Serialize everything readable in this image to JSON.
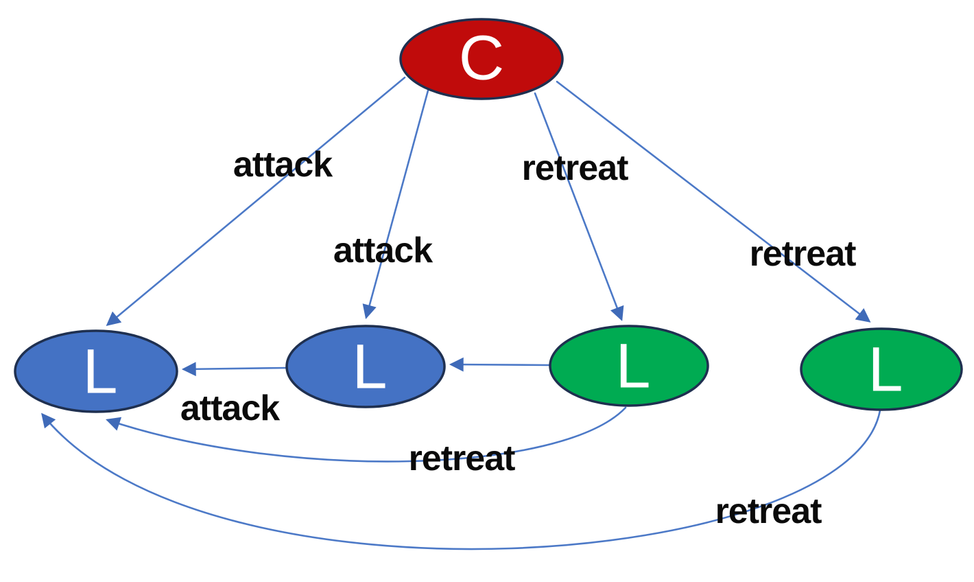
{
  "diagram": {
    "description": "Directed graph: central C node commanding L nodes with attack/retreat transitions"
  },
  "colors": {
    "background": "#ffffff",
    "node_red": "#c00b0b",
    "node_blue": "#4472c4",
    "node_green": "#00ab52",
    "node_border": "#1f3050",
    "edge_blue": "#4c79c7",
    "arrowhead_blue": "#3f6ab8",
    "label_text": "#0a0a0a",
    "node_text": "#ffffff"
  },
  "nodes": [
    {
      "id": "C",
      "label": "C",
      "color": "red"
    },
    {
      "id": "L1",
      "label": "L",
      "color": "blue"
    },
    {
      "id": "L2",
      "label": "L",
      "color": "blue"
    },
    {
      "id": "L3",
      "label": "L",
      "color": "green"
    },
    {
      "id": "L4",
      "label": "L",
      "color": "green"
    }
  ],
  "edges": [
    {
      "from": "C",
      "to": "L1",
      "label": "attack"
    },
    {
      "from": "C",
      "to": "L2",
      "label": "attack"
    },
    {
      "from": "C",
      "to": "L3",
      "label": "retreat"
    },
    {
      "from": "C",
      "to": "L4",
      "label": "retreat"
    },
    {
      "from": "L2",
      "to": "L1",
      "label": "attack"
    },
    {
      "from": "L3",
      "to": "L2",
      "label": ""
    },
    {
      "from": "L3",
      "to": "L1",
      "label": "retreat"
    },
    {
      "from": "L4",
      "to": "L1",
      "label": "retreat"
    }
  ]
}
